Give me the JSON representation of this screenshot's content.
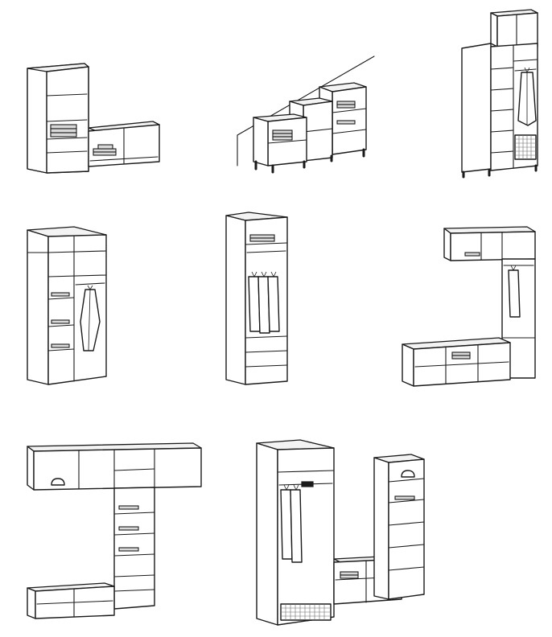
{
  "illustrations": [
    {
      "id": "corner-bench-combo"
    },
    {
      "id": "sloped-ceiling-steps"
    },
    {
      "id": "tall-wardrobe-basket"
    },
    {
      "id": "double-column-hanging"
    },
    {
      "id": "single-column-drawers"
    },
    {
      "id": "hallway-bench-hanging"
    },
    {
      "id": "wall-cabinets-combo"
    },
    {
      "id": "full-wardrobe-wall"
    }
  ],
  "colors": {
    "line": "#1a1a1a",
    "paper": "#ffffff",
    "shade": "#f3f3f3"
  }
}
